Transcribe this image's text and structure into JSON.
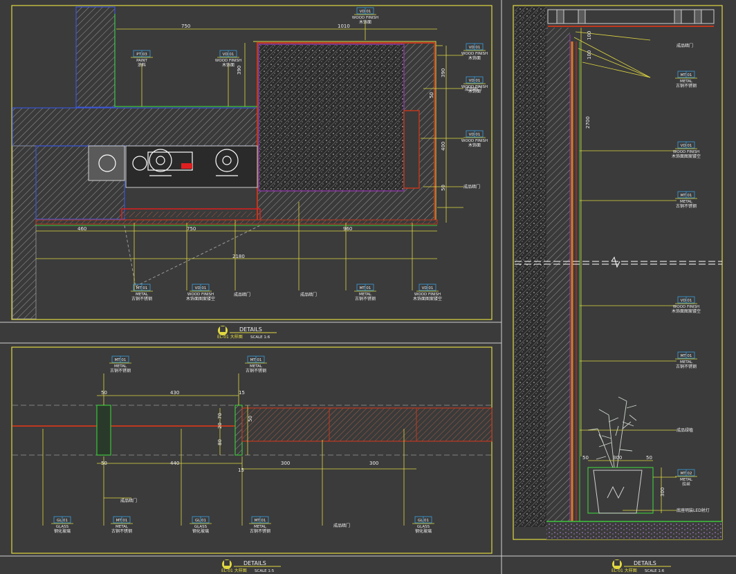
{
  "titles": {
    "details_1": "DETAILS",
    "scale_1": "SCALE 1:6",
    "sheet_1": "EL-01 大样图",
    "details_2": "DETAILS",
    "scale_2": "SCALE 1:5",
    "sheet_2": "EL-01 大样图",
    "details_3": "DETAILS",
    "scale_3": "SCALE 1:6",
    "sheet_3": "EL-01 大样图"
  },
  "dims_top": {
    "d750a": "750",
    "d1010": "1010",
    "d390a": "390",
    "d390b": "390",
    "d50a": "50",
    "d400": "400",
    "d50b": "50",
    "d460": "460",
    "d750b": "750",
    "d960": "960",
    "d2180": "2180"
  },
  "dims_bottom": {
    "d50a": "50",
    "d430": "430",
    "d50b": "50",
    "d440": "440",
    "d15a": "15",
    "d15b": "15",
    "d70": "70",
    "d20": "20",
    "d80": "80",
    "d300a": "300",
    "d300b": "300",
    "d50c": "50"
  },
  "dims_right": {
    "d100a": "100",
    "d100b": "100",
    "d2700": "2700",
    "d50a": "50",
    "d300": "300",
    "d50b": "50",
    "d300v": "300"
  },
  "tags": {
    "top_vd01_a": {
      "code": "VD 01",
      "name": "WOOD FINISH",
      "cn": "木饰面"
    },
    "top_pt03": {
      "code": "PT 03",
      "name": "PAINT",
      "cn": "涂料"
    },
    "top_vd01_b": {
      "code": "VD 01",
      "name": "WOOD FINISH",
      "cn": "木饰面"
    },
    "top_vd01_c": {
      "code": "VD 01",
      "name": "WOOD FINISH",
      "cn": "木饰面"
    },
    "top_vd01_d": {
      "code": "VD 01",
      "name": "WOOD FINISH",
      "cn": "木饰面"
    },
    "top_vd01_e": {
      "code": "VD 01",
      "name": "WOOD FINISH",
      "cn": "木饰面"
    },
    "top_mt01_a": {
      "code": "MT 01",
      "name": "METAL",
      "cn": "古铜不锈钢"
    },
    "top_vd01_f": {
      "code": "VD 01",
      "name": "WOOD FINISH",
      "cn": "木饰面图案镂空"
    },
    "top_mt01_b": {
      "code": "MT 01",
      "name": "METAL",
      "cn": "古铜不锈钢"
    },
    "top_vd01_g": {
      "code": "VD 01",
      "name": "WOOD FINISH",
      "cn": "木饰面图案镂空"
    },
    "bot_mt01_a": {
      "code": "MT 01",
      "name": "METAL",
      "cn": "古铜不锈钢"
    },
    "bot_mt01_b": {
      "code": "MT 01",
      "name": "METAL",
      "cn": "古铜不锈钢"
    },
    "bot_gl01_a": {
      "code": "GL 01",
      "name": "GLASS",
      "cn": "钢化玻璃"
    },
    "bot_mt01_c": {
      "code": "MT 01",
      "name": "METAL",
      "cn": "古铜不锈钢"
    },
    "bot_gl01_b": {
      "code": "GL 01",
      "name": "GLASS",
      "cn": "钢化玻璃"
    },
    "bot_mt01_d": {
      "code": "MT 01",
      "name": "METAL",
      "cn": "古铜不锈钢"
    },
    "bot_gl01_c": {
      "code": "GL 01",
      "name": "GLASS",
      "cn": "钢化玻璃"
    },
    "r_mt01_a": {
      "code": "MT 01",
      "name": "METAL",
      "cn": "古铜不锈钢"
    },
    "r_vd01_a": {
      "code": "VD 01",
      "name": "WOOD FINISH",
      "cn": "木饰面图案镂空"
    },
    "r_mt01_b": {
      "code": "MT 01",
      "name": "METAL",
      "cn": "古铜不锈钢"
    },
    "r_vd01_b": {
      "code": "VD 01",
      "name": "WOOD FINISH",
      "cn": "木饰面图案镂空"
    },
    "r_mt01_c": {
      "code": "MT 01",
      "name": "METAL",
      "cn": "古铜不锈钢"
    },
    "r_mt02": {
      "code": "MT 02",
      "name": "METAL",
      "cn": "拉丝"
    }
  },
  "notes": {
    "top_n1": "成品暗门",
    "top_n2": "成品暗门",
    "top_n3": "成品暗门",
    "top_n4": "成品暗门",
    "bot_n1": "成品暗门",
    "bot_n2": "成品暗门",
    "r_n1": "成品暗门",
    "r_n2": "成品绿植",
    "r_n3": "底座明装LED射灯"
  }
}
